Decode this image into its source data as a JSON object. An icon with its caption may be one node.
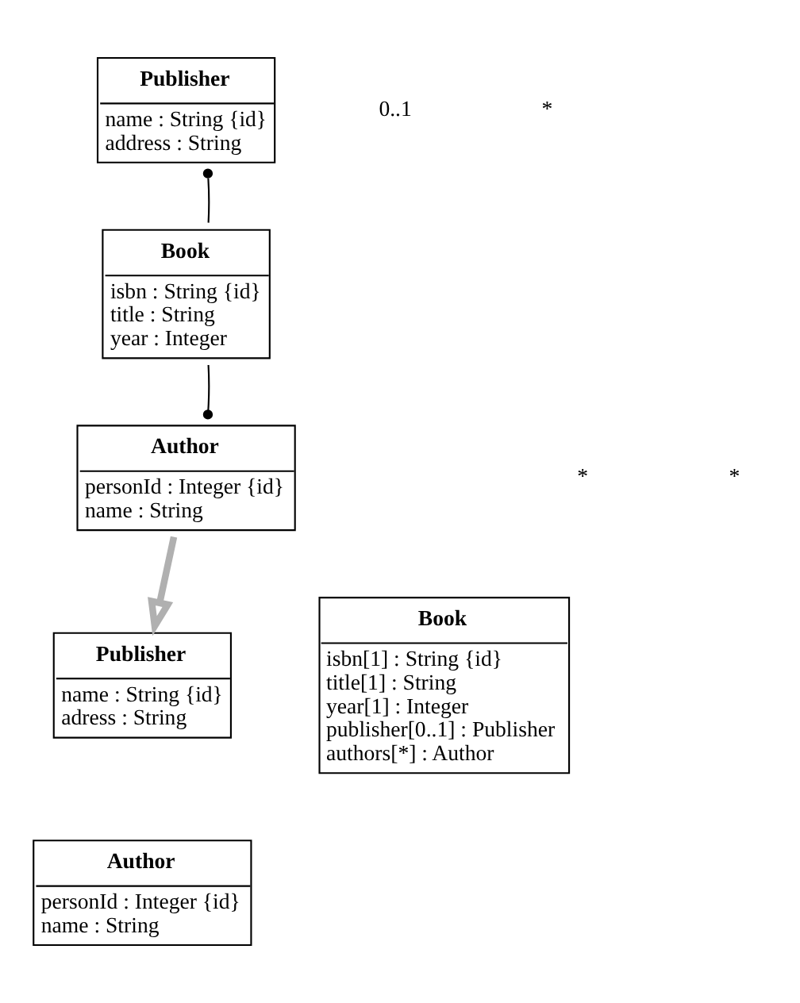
{
  "diagram": {
    "nodes": [
      {
        "text": [
          "Book",
          "isbn : String {id}",
          "title : String",
          "year : Integer"
        ]
      },
      {
        "text": [
          "Publisher",
          "name : String {id}",
          "address : String"
        ]
      },
      {
        "text": [
          "Author",
          "personId : Integer {id}",
          "name : String"
        ]
      },
      {
        "text": [
          "Book",
          "isbn[1] : String {id}",
          "title[1] : String",
          "year[1] : Integer",
          "publisher[0..1] : Publisher",
          "authors[*] : Author"
        ]
      },
      {
        "text": [
          "Publisher",
          "name : String {id}",
          "adress : String"
        ]
      },
      {
        "text": [
          "Author",
          "personId : Integer {id}",
          "name : String"
        ]
      }
    ],
    "edges": [
      {
        "from": 0,
        "to": 1,
        "arrow": "other"
      },
      {
        "from": 0,
        "to": 2,
        "arrow": "other"
      },
      {
        "from": 2,
        "to": 4,
        "arrow": "to",
        "style": "thick",
        "color": "#b0b0b0"
      }
    ],
    "labels": [
      "0..1",
      "*",
      "*",
      "*"
    ]
  }
}
